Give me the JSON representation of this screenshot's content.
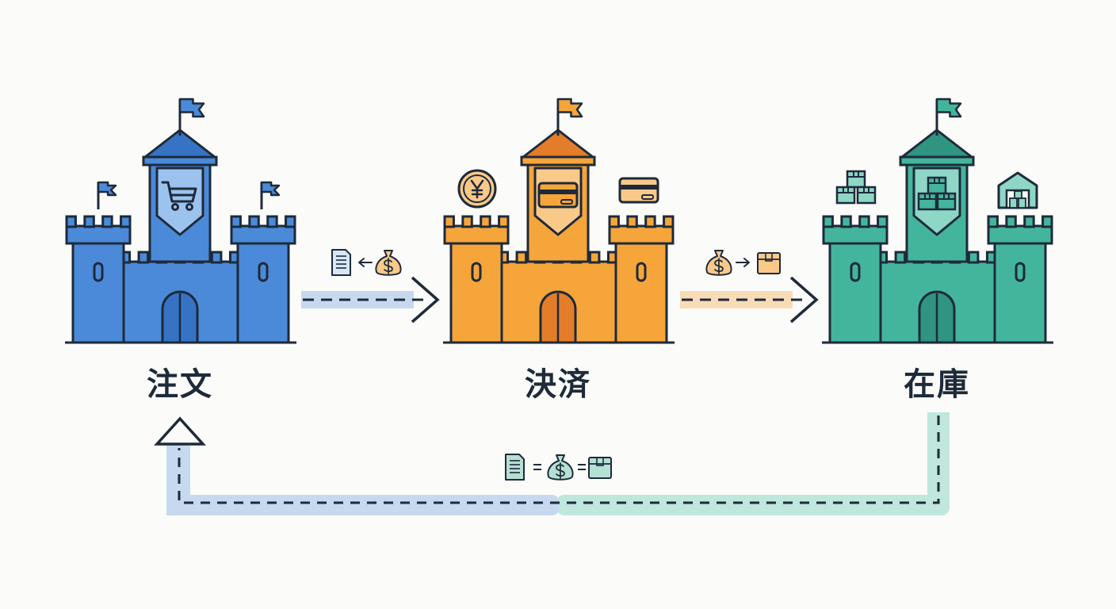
{
  "colors": {
    "order": "#4a8ad8",
    "order_dark": "#3673c4",
    "order_light": "#9cc3ee",
    "payment": "#f6a53a",
    "payment_dark": "#e37d2a",
    "payment_light": "#f9c98a",
    "inventory": "#44b59d",
    "inventory_dark": "#2f9580",
    "inventory_light": "#8ed6c6",
    "outline": "#1e2a3a",
    "arrow_blue": "#c6d9ef",
    "arrow_orange": "#f8dcb7",
    "arrow_teal": "#bfe7dd"
  },
  "castles": [
    {
      "id": "order",
      "label": "注文",
      "banner_icon": "shopping-cart-icon",
      "side_icons": []
    },
    {
      "id": "payment",
      "label": "決済",
      "banner_icon": "credit-card-icon",
      "side_icons": [
        "yen-coin-icon",
        "credit-card-icon"
      ]
    },
    {
      "id": "inventory",
      "label": "在庫",
      "banner_icon": "boxes-icon",
      "side_icons": [
        "boxes-stack-icon",
        "warehouse-icon"
      ]
    }
  ],
  "connectors": [
    {
      "from": "order",
      "to": "payment",
      "icons": [
        "document-icon",
        "left-arrow-icon",
        "money-bag-icon"
      ]
    },
    {
      "from": "payment",
      "to": "inventory",
      "icons": [
        "money-bag-icon",
        "right-arrow-icon",
        "package-icon"
      ]
    },
    {
      "from": "inventory",
      "to": "order",
      "icons": [
        "document-icon",
        "equals-icon",
        "money-bag-icon",
        "equals-icon",
        "package-icon"
      ]
    }
  ]
}
